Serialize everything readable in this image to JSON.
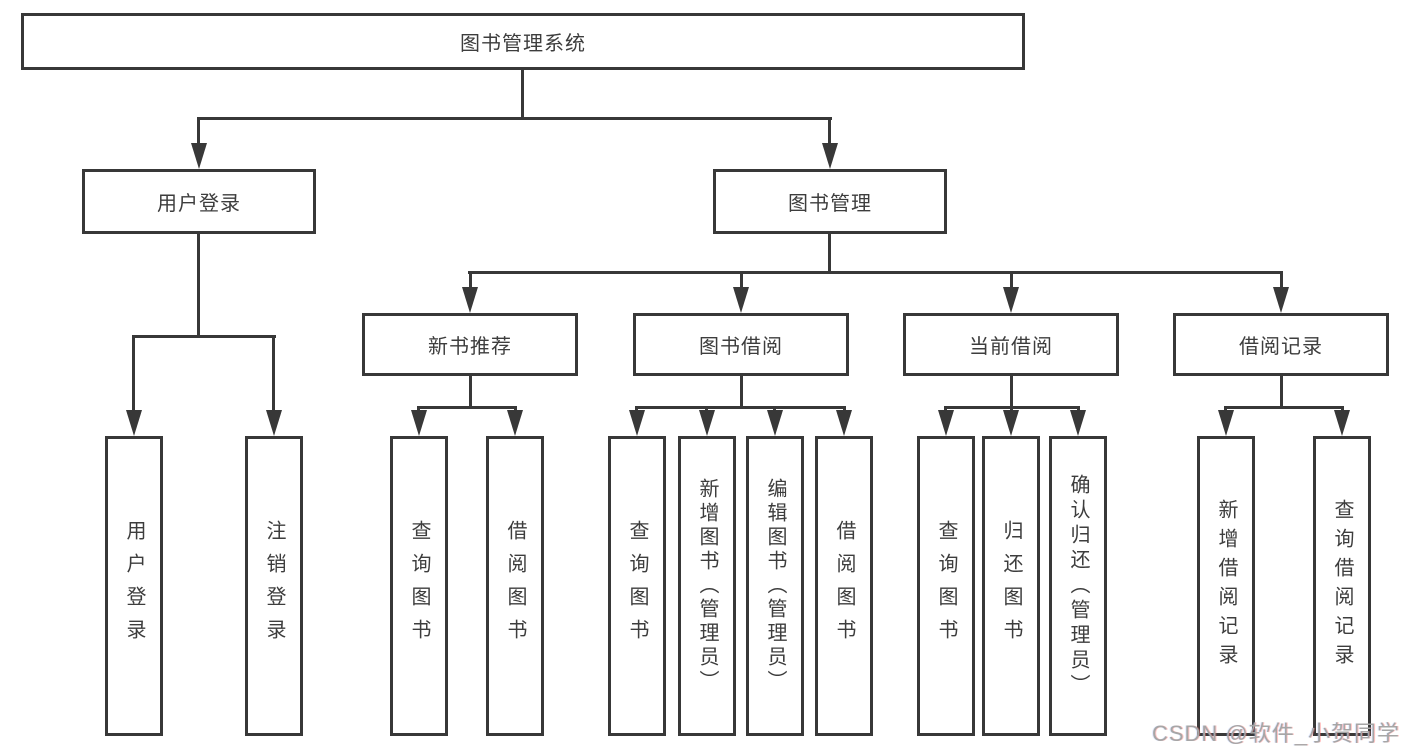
{
  "diagram": {
    "type": "hierarchy-tree",
    "colors": {
      "line": "#383838",
      "text": "#3d3d3d",
      "background": "#ffffff",
      "watermark": "#a6a6a6"
    },
    "tree": {
      "label": "图书管理系统",
      "children": [
        {
          "label": "用户登录",
          "children": [
            {
              "label": "用户登录"
            },
            {
              "label": "注销登录"
            }
          ]
        },
        {
          "label": "图书管理",
          "children": [
            {
              "label": "新书推荐",
              "children": [
                {
                  "label": "查询图书"
                },
                {
                  "label": "借阅图书"
                }
              ]
            },
            {
              "label": "图书借阅",
              "children": [
                {
                  "label": "查询图书"
                },
                {
                  "label": "新增图书（管理员）"
                },
                {
                  "label": "编辑图书（管理员）"
                },
                {
                  "label": "借阅图书"
                }
              ]
            },
            {
              "label": "当前借阅",
              "children": [
                {
                  "label": "查询图书"
                },
                {
                  "label": "归还图书"
                },
                {
                  "label": "确认归还（管理员）"
                }
              ]
            },
            {
              "label": "借阅记录",
              "children": [
                {
                  "label": "新增借阅记录"
                },
                {
                  "label": "查询借阅记录"
                }
              ]
            }
          ]
        }
      ]
    }
  },
  "watermark": {
    "text": "CSDN @软件_小贺同学"
  }
}
